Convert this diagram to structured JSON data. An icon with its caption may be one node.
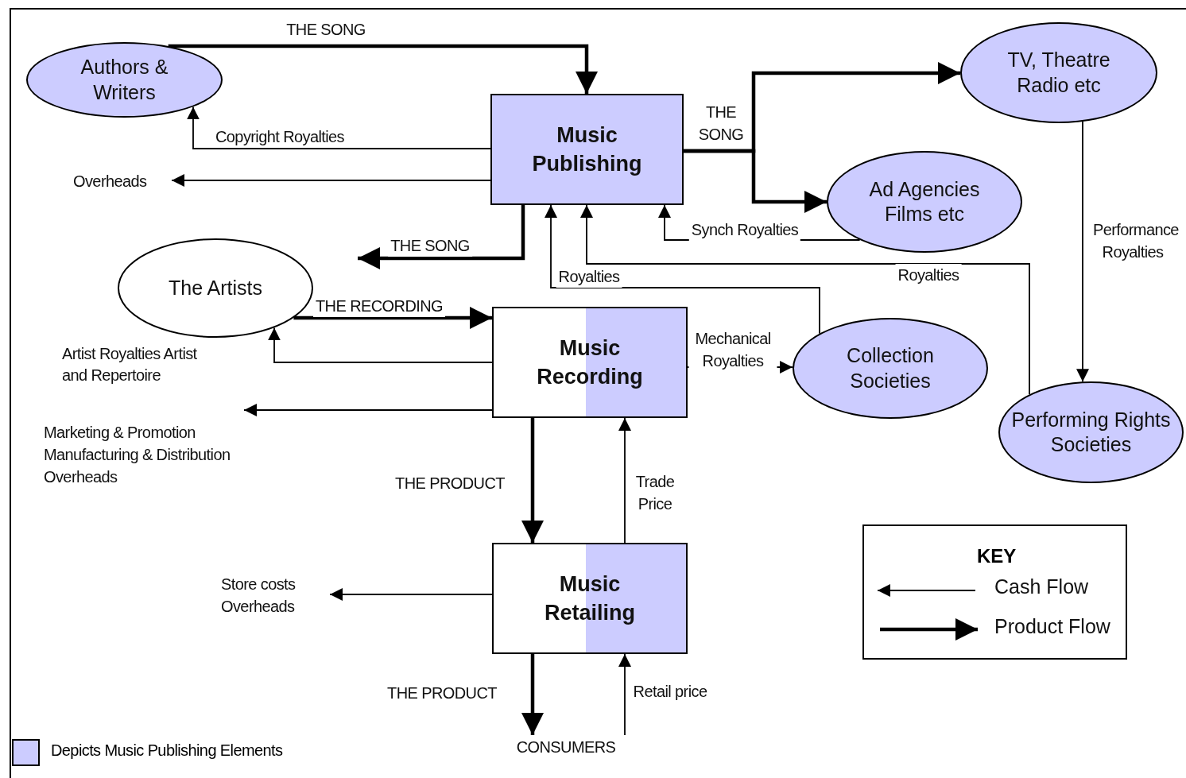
{
  "diagram": {
    "nodes": [
      {
        "text": [
          "Authors & Writers"
        ]
      },
      {
        "text": [
          "Music Publishing"
        ]
      },
      {
        "text": [
          "TV, Theatre Radio etc"
        ]
      },
      {
        "text": [
          "Ad Agencies Films etc"
        ]
      },
      {
        "text": [
          "The Artists"
        ]
      },
      {
        "text": [
          "Music Recording"
        ]
      },
      {
        "text": [
          "Collection Societies"
        ]
      },
      {
        "text": [
          "Performing Rights Societies"
        ]
      },
      {
        "text": [
          "Music Retailing"
        ]
      },
      {
        "text": [
          "Overheads"
        ]
      },
      {
        "text": [
          "Marketing & Promotion Manufacturing & Distribution Overheads"
        ]
      },
      {
        "text": [
          "Store costs Overheads"
        ]
      },
      {
        "text": [
          "CONSUMERS"
        ]
      }
    ],
    "edges": [
      {
        "from": 0,
        "to": 1,
        "arrow": "to",
        "label": "THE SONG",
        "style": "thick"
      },
      {
        "from": 1,
        "to": 0,
        "arrow": "to",
        "label": "Copyright Royalties"
      },
      {
        "from": 1,
        "to": 9,
        "arrow": "to"
      },
      {
        "from": 1,
        "to": 2,
        "arrow": "to",
        "label": "THE SONG",
        "style": "thick"
      },
      {
        "from": 1,
        "to": 3,
        "arrow": "to",
        "style": "thick"
      },
      {
        "from": 3,
        "to": 1,
        "arrow": "to",
        "label": "Synch Royalties"
      },
      {
        "from": 1,
        "to": null,
        "arrow": "to",
        "label": "THE SONG",
        "style": "thick"
      },
      {
        "from": 6,
        "to": 1,
        "arrow": "to",
        "label": "Royalties"
      },
      {
        "from": 7,
        "to": 1,
        "arrow": "to",
        "label": "Royalties"
      },
      {
        "from": 2,
        "to": 7,
        "arrow": "to",
        "label": "Performance Royalties"
      },
      {
        "from": 4,
        "to": 5,
        "arrow": "to",
        "label": "THE RECORDING",
        "style": "thick"
      },
      {
        "from": 5,
        "to": 4,
        "arrow": "to"
      },
      {
        "from": 5,
        "to": 10,
        "arrow": "to"
      },
      {
        "from": 5,
        "to": 6,
        "arrow": "to",
        "label": "Mechanical Royalties"
      },
      {
        "from": 5,
        "to": 8,
        "arrow": "to",
        "label": "THE PRODUCT",
        "style": "thick"
      },
      {
        "from": 8,
        "to": 5,
        "arrow": "to",
        "label": "Trade Price"
      },
      {
        "from": 8,
        "to": 11,
        "arrow": "to"
      },
      {
        "from": 8,
        "to": 12,
        "arrow": "to",
        "label": "THE PRODUCT",
        "style": "thick"
      },
      {
        "from": 12,
        "to": 8,
        "arrow": "to",
        "label": "Retail price"
      }
    ],
    "labels": [
      "Artist Royalties Artist and Repertoire",
      "KEY"
    ],
    "legend": [
      {
        "text": "Cash Flow"
      },
      {
        "text": "Product Flow"
      },
      {
        "text": "Depicts Music Publishing Elements",
        "color": "#ccccff"
      }
    ]
  }
}
